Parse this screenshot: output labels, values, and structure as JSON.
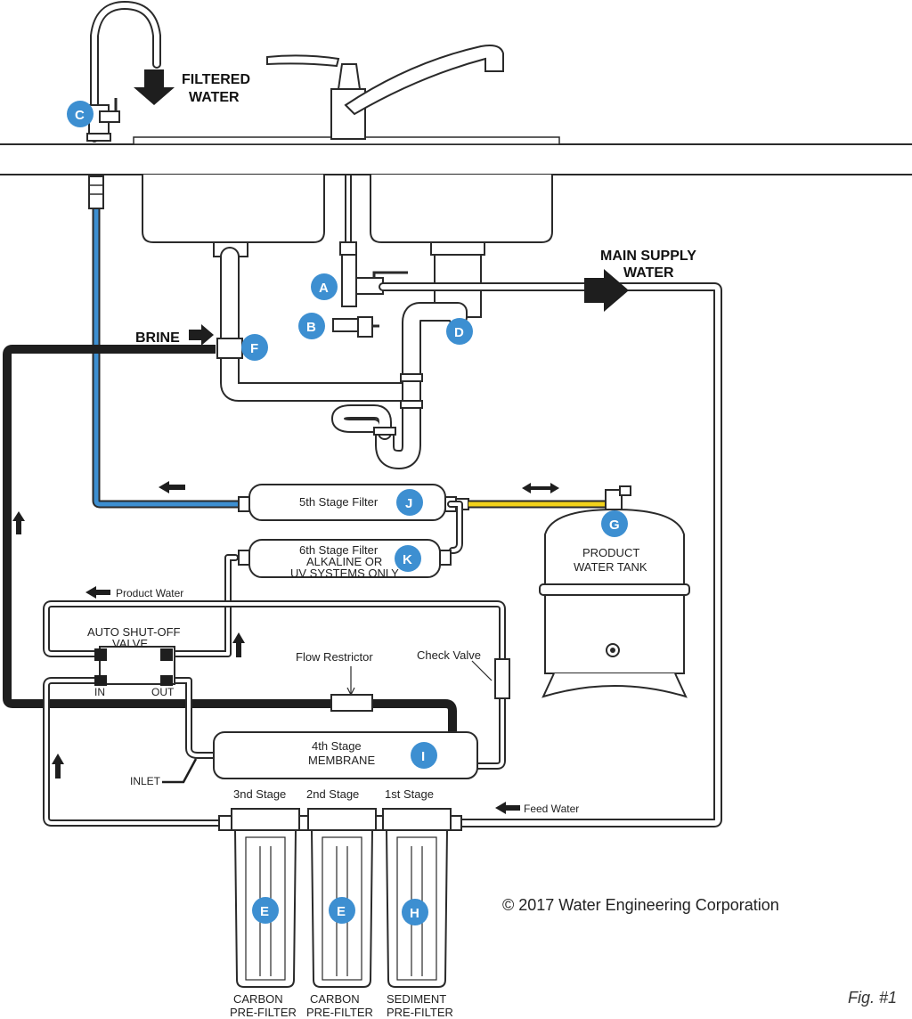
{
  "labels": {
    "filtered_water": [
      "FILTERED",
      "WATER"
    ],
    "main_supply_water": [
      "MAIN SUPPLY",
      "WATER"
    ],
    "brine": "BRINE",
    "stage5": "5th Stage Filter",
    "stage6": [
      "6th Stage Filter",
      "ALKALINE OR",
      "UV SYSTEMS ONLY"
    ],
    "product_water_tank": [
      "PRODUCT",
      "WATER TANK"
    ],
    "product_water": "Product Water",
    "auto_shutoff_valve": [
      "AUTO SHUT-OFF",
      "VALVE"
    ],
    "valve_in": "IN",
    "valve_out": "OUT",
    "flow_restrictor": "Flow Restrictor",
    "check_valve": "Check Valve",
    "membrane": [
      "4th Stage",
      "MEMBRANE"
    ],
    "inlet": "INLET",
    "feed_water": "Feed Water",
    "stage3_header": "3nd Stage",
    "stage2_header": "2nd Stage",
    "stage1_header": "1st Stage",
    "prefilter_carbon_1": [
      "CARBON",
      "PRE-FILTER"
    ],
    "prefilter_carbon_2": [
      "CARBON",
      "PRE-FILTER"
    ],
    "prefilter_sediment": [
      "SEDIMENT",
      "PRE-FILTER"
    ],
    "copyright": "© 2017 Water Engineering Corporation",
    "figure": "Fig. #1"
  },
  "badges": {
    "A": "A",
    "B": "B",
    "C": "C",
    "D": "D",
    "E1": "E",
    "E2": "E",
    "F": "F",
    "G": "G",
    "H": "H",
    "I": "I",
    "J": "J",
    "K": "K"
  },
  "colors": {
    "badge": "#3d8fd1",
    "filtered_line": "#3d8fd1",
    "tank_line": "#f2d21b",
    "brine_line": "#1e1e1e"
  }
}
